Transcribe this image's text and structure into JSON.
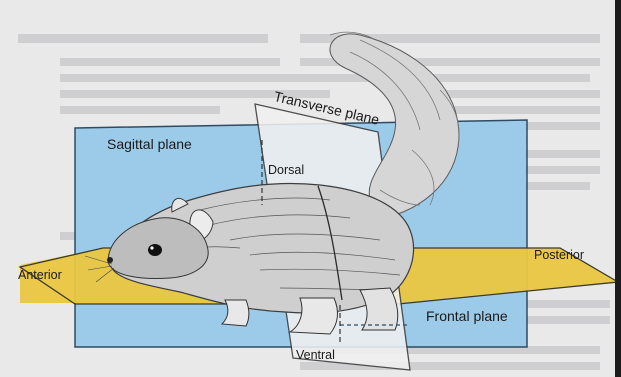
{
  "diagram": {
    "planes": {
      "sagittal": "Sagittal plane",
      "transverse": "Transverse plane",
      "frontal": "Frontal plane"
    },
    "directions": {
      "dorsal": "Dorsal",
      "ventral": "Ventral",
      "anterior": "Anterior",
      "posterior": "Posterior"
    }
  },
  "colors": {
    "sagittal_plane": "#9ccbe9",
    "frontal_plane": "#eac640",
    "transverse_plane": "#eeeeee",
    "page": "#e9e9ea",
    "fur_dark": "#4a4a4a",
    "fur_light": "#d8d8d8"
  }
}
